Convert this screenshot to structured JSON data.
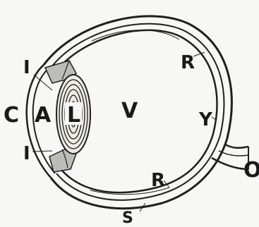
{
  "labels": {
    "cornea": "C",
    "anterior_chamber": "A",
    "lens": "L",
    "vitreous": "V",
    "iris_top": "I",
    "iris_bottom": "I",
    "retina_top": "R",
    "retina_bottom": "R",
    "yellow_spot": "Y",
    "sclera": "S",
    "optic_nerve": "O"
  },
  "colors": {
    "ink": "#1f1f1f",
    "paper": "#f7f7f5"
  }
}
